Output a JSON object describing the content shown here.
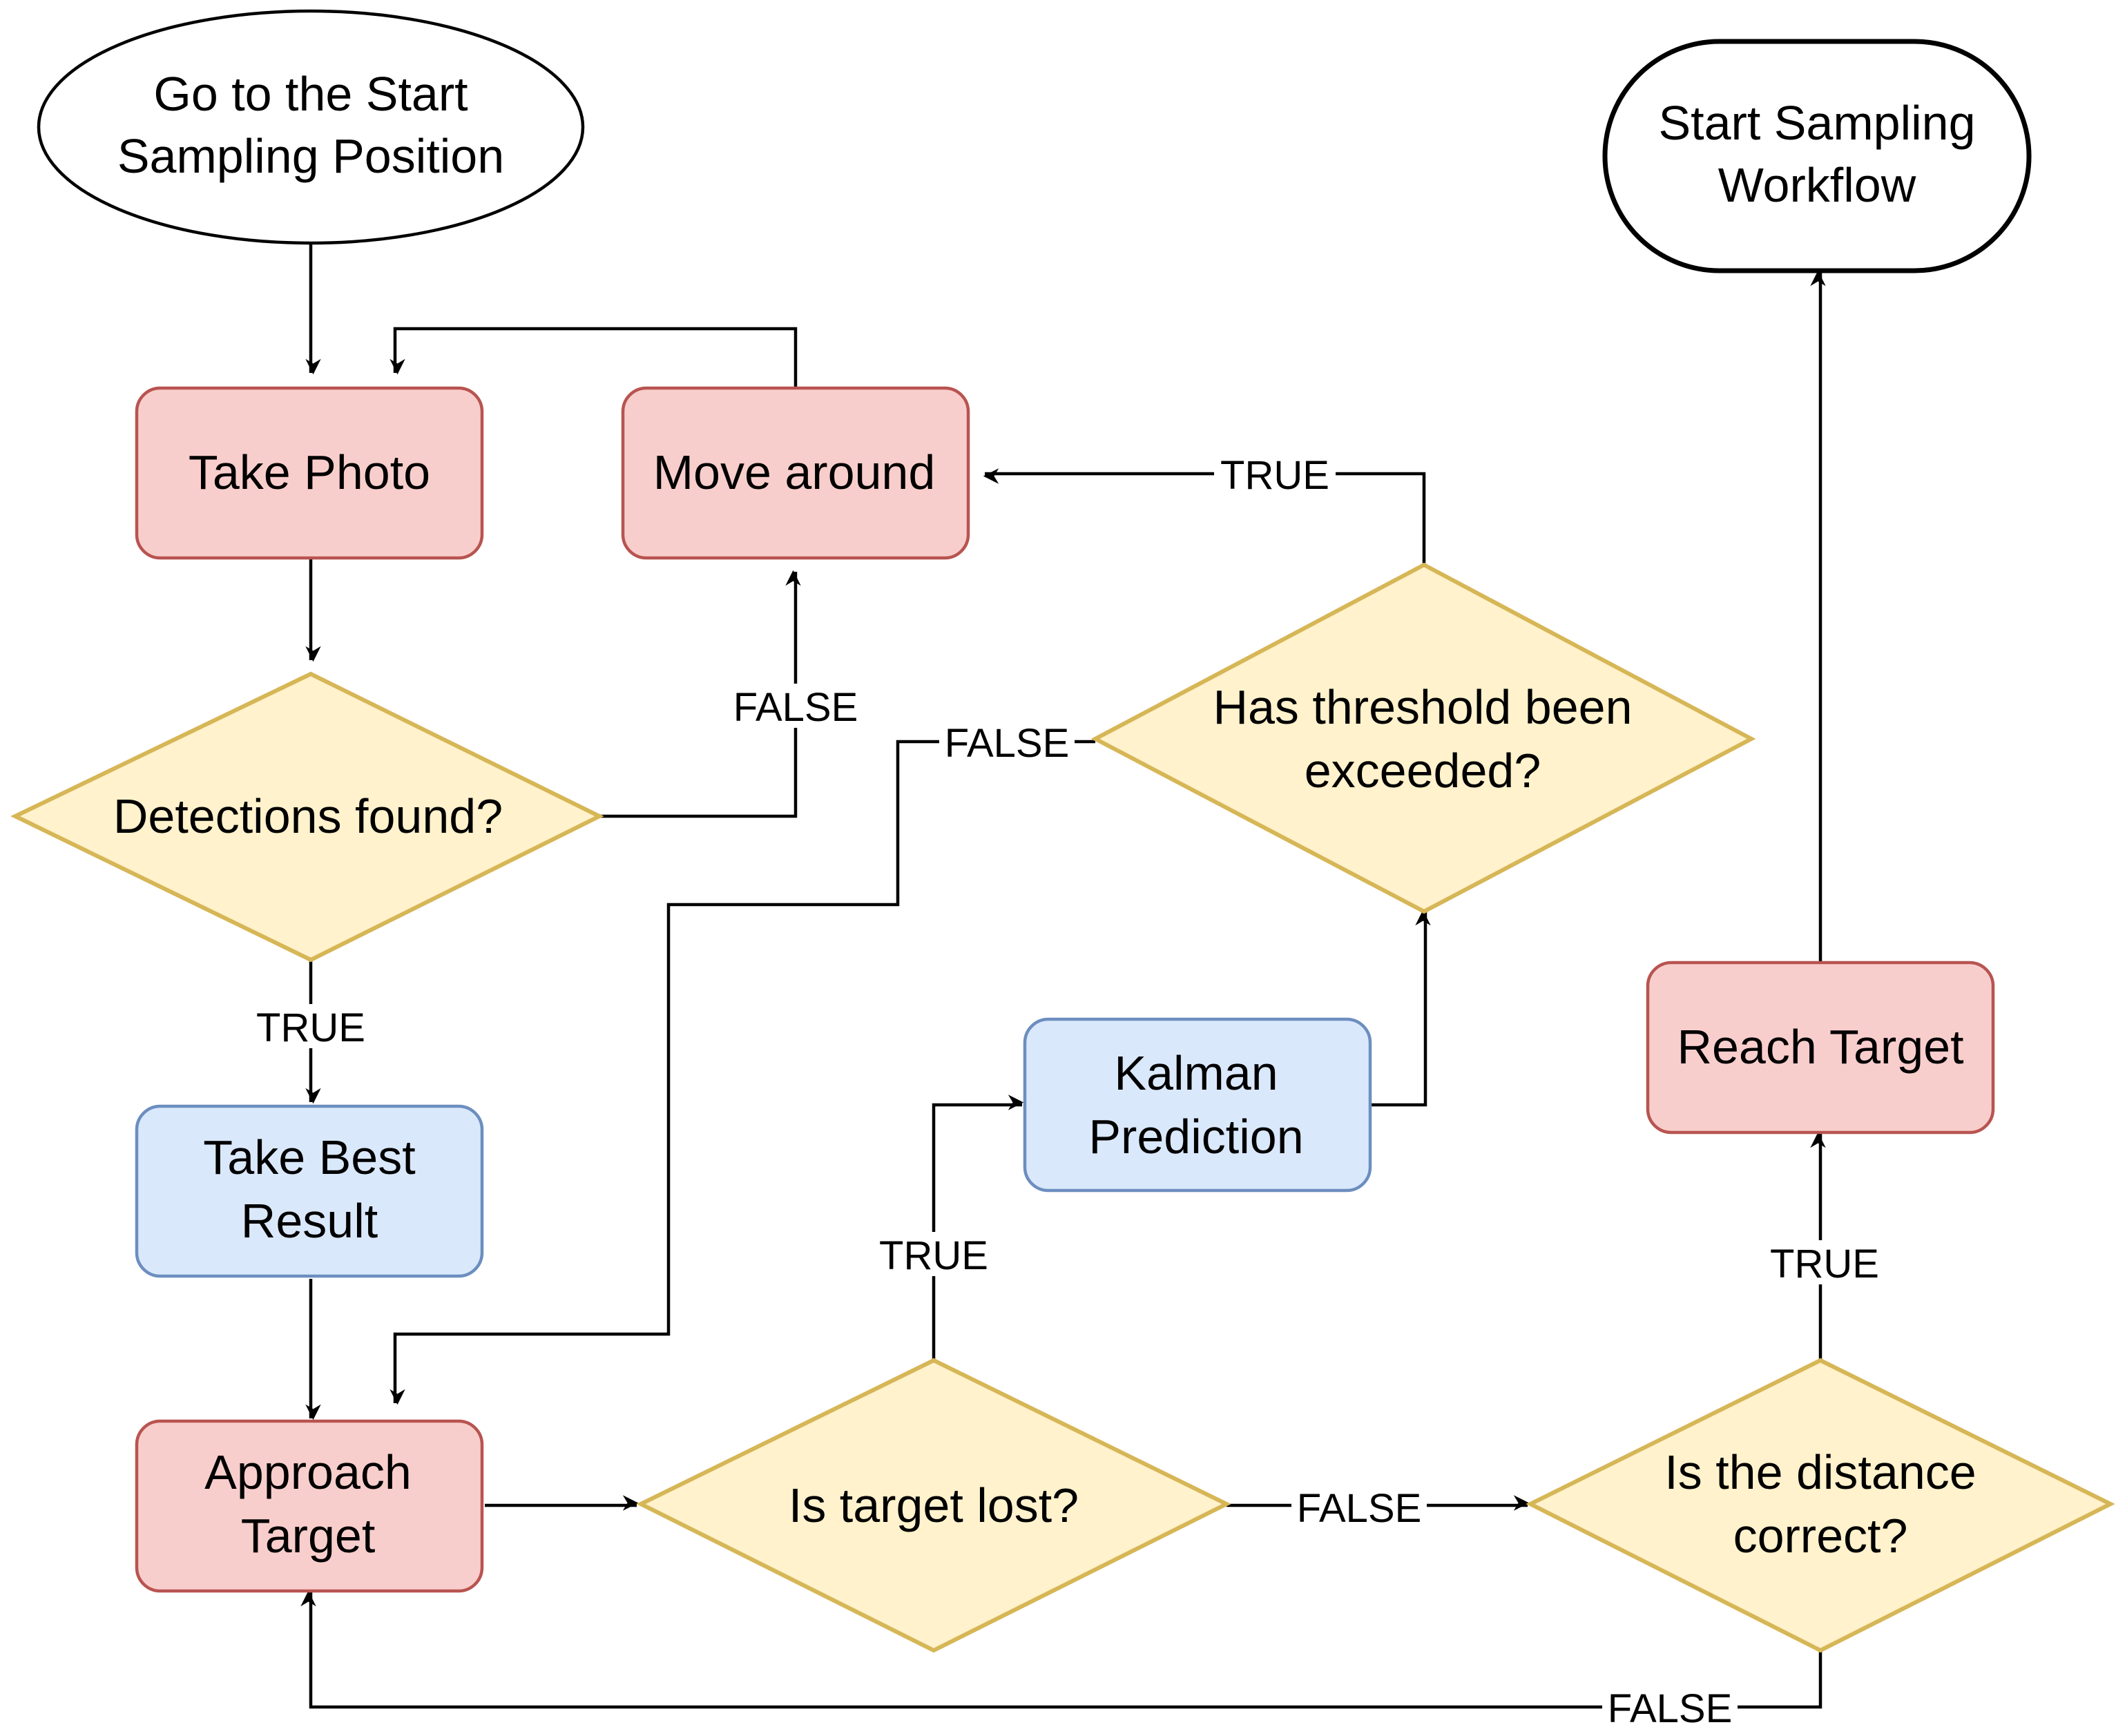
{
  "colors": {
    "process_red_fill": "#f8cecc",
    "process_red_stroke": "#b85450",
    "process_blue_fill": "#dae8fc",
    "process_blue_stroke": "#6c8ebf",
    "decision_fill": "#fff2cc",
    "decision_stroke": "#d6b656",
    "terminal_fill": "#ffffff",
    "terminal_stroke": "#000000",
    "edge": "#000000"
  },
  "nodes": {
    "start_position": {
      "line1": "Go to the Start",
      "line2": "Sampling Position"
    },
    "take_photo": {
      "line1": "Take Photo"
    },
    "move_around": {
      "line1": "Move around"
    },
    "detections_found": {
      "line1": "Detections found?"
    },
    "take_best_result": {
      "line1": "Take Best",
      "line2": "Result"
    },
    "approach_target": {
      "line1": "Approach",
      "line2": "Target"
    },
    "target_lost": {
      "line1": "Is target lost?"
    },
    "kalman_prediction": {
      "line1": "Kalman",
      "line2": "Prediction"
    },
    "threshold_exceeded": {
      "line1": "Has threshold been",
      "line2": "exceeded?"
    },
    "distance_correct": {
      "line1": "Is the distance",
      "line2": "correct?"
    },
    "reach_target": {
      "line1": "Reach Target"
    },
    "start_sampling_workflow": {
      "line1": "Start Sampling",
      "line2": "Workflow"
    }
  },
  "edge_labels": {
    "threshold_true": "TRUE",
    "detections_false": "FALSE",
    "threshold_false": "FALSE",
    "detections_true": "TRUE",
    "lost_true": "TRUE",
    "lost_false": "FALSE",
    "distance_true": "TRUE",
    "distance_false": "FALSE"
  }
}
